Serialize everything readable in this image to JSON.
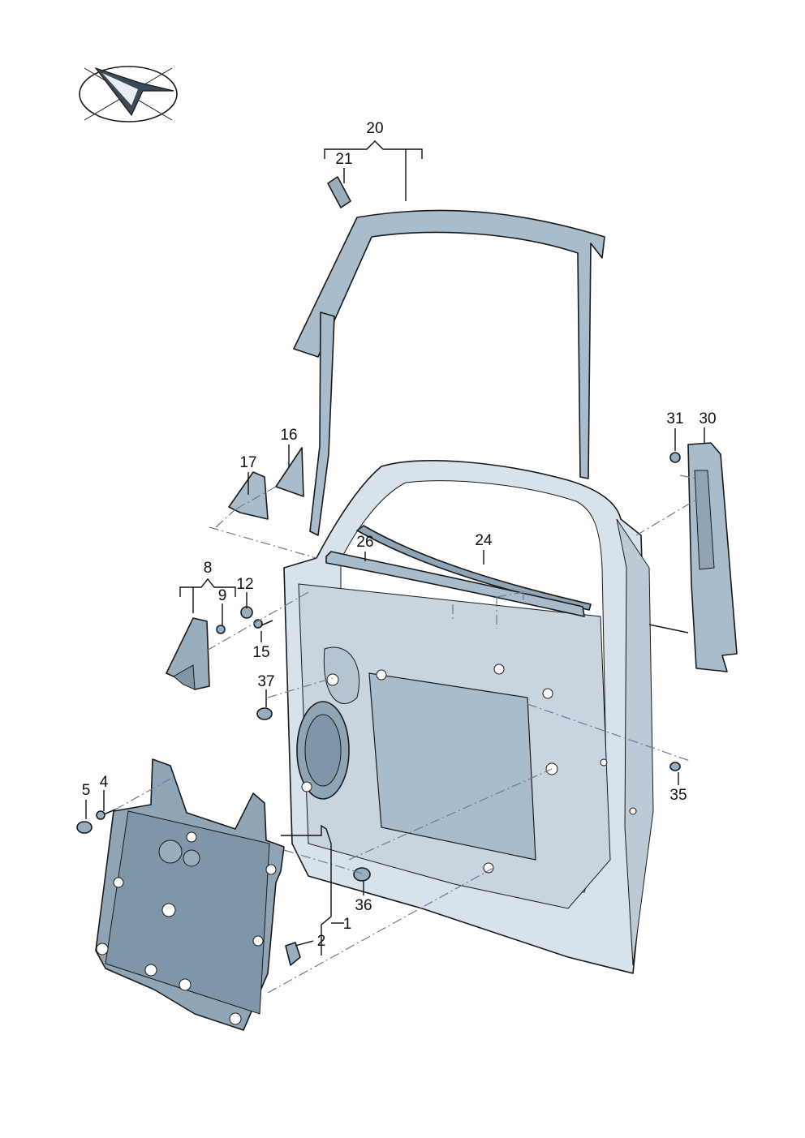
{
  "diagram": {
    "callouts": {
      "c1": "1",
      "c2": "2",
      "c4": "4",
      "c5": "5",
      "c8": "8",
      "c9": "9",
      "c12": "12",
      "c15": "15",
      "c16": "16",
      "c17": "17",
      "c20": "20",
      "c21": "21",
      "c24": "24",
      "c26": "26",
      "c30": "30",
      "c31": "31",
      "c35": "35",
      "c36": "36",
      "c37": "37"
    },
    "colors": {
      "panel_fill": "#a9bccb",
      "frame_fill": "#d8e2ea",
      "part_fill": "#98aebf",
      "dark_part": "#7f96a8",
      "outline": "#1a1a1a",
      "dash_line": "#6a7a96"
    }
  }
}
